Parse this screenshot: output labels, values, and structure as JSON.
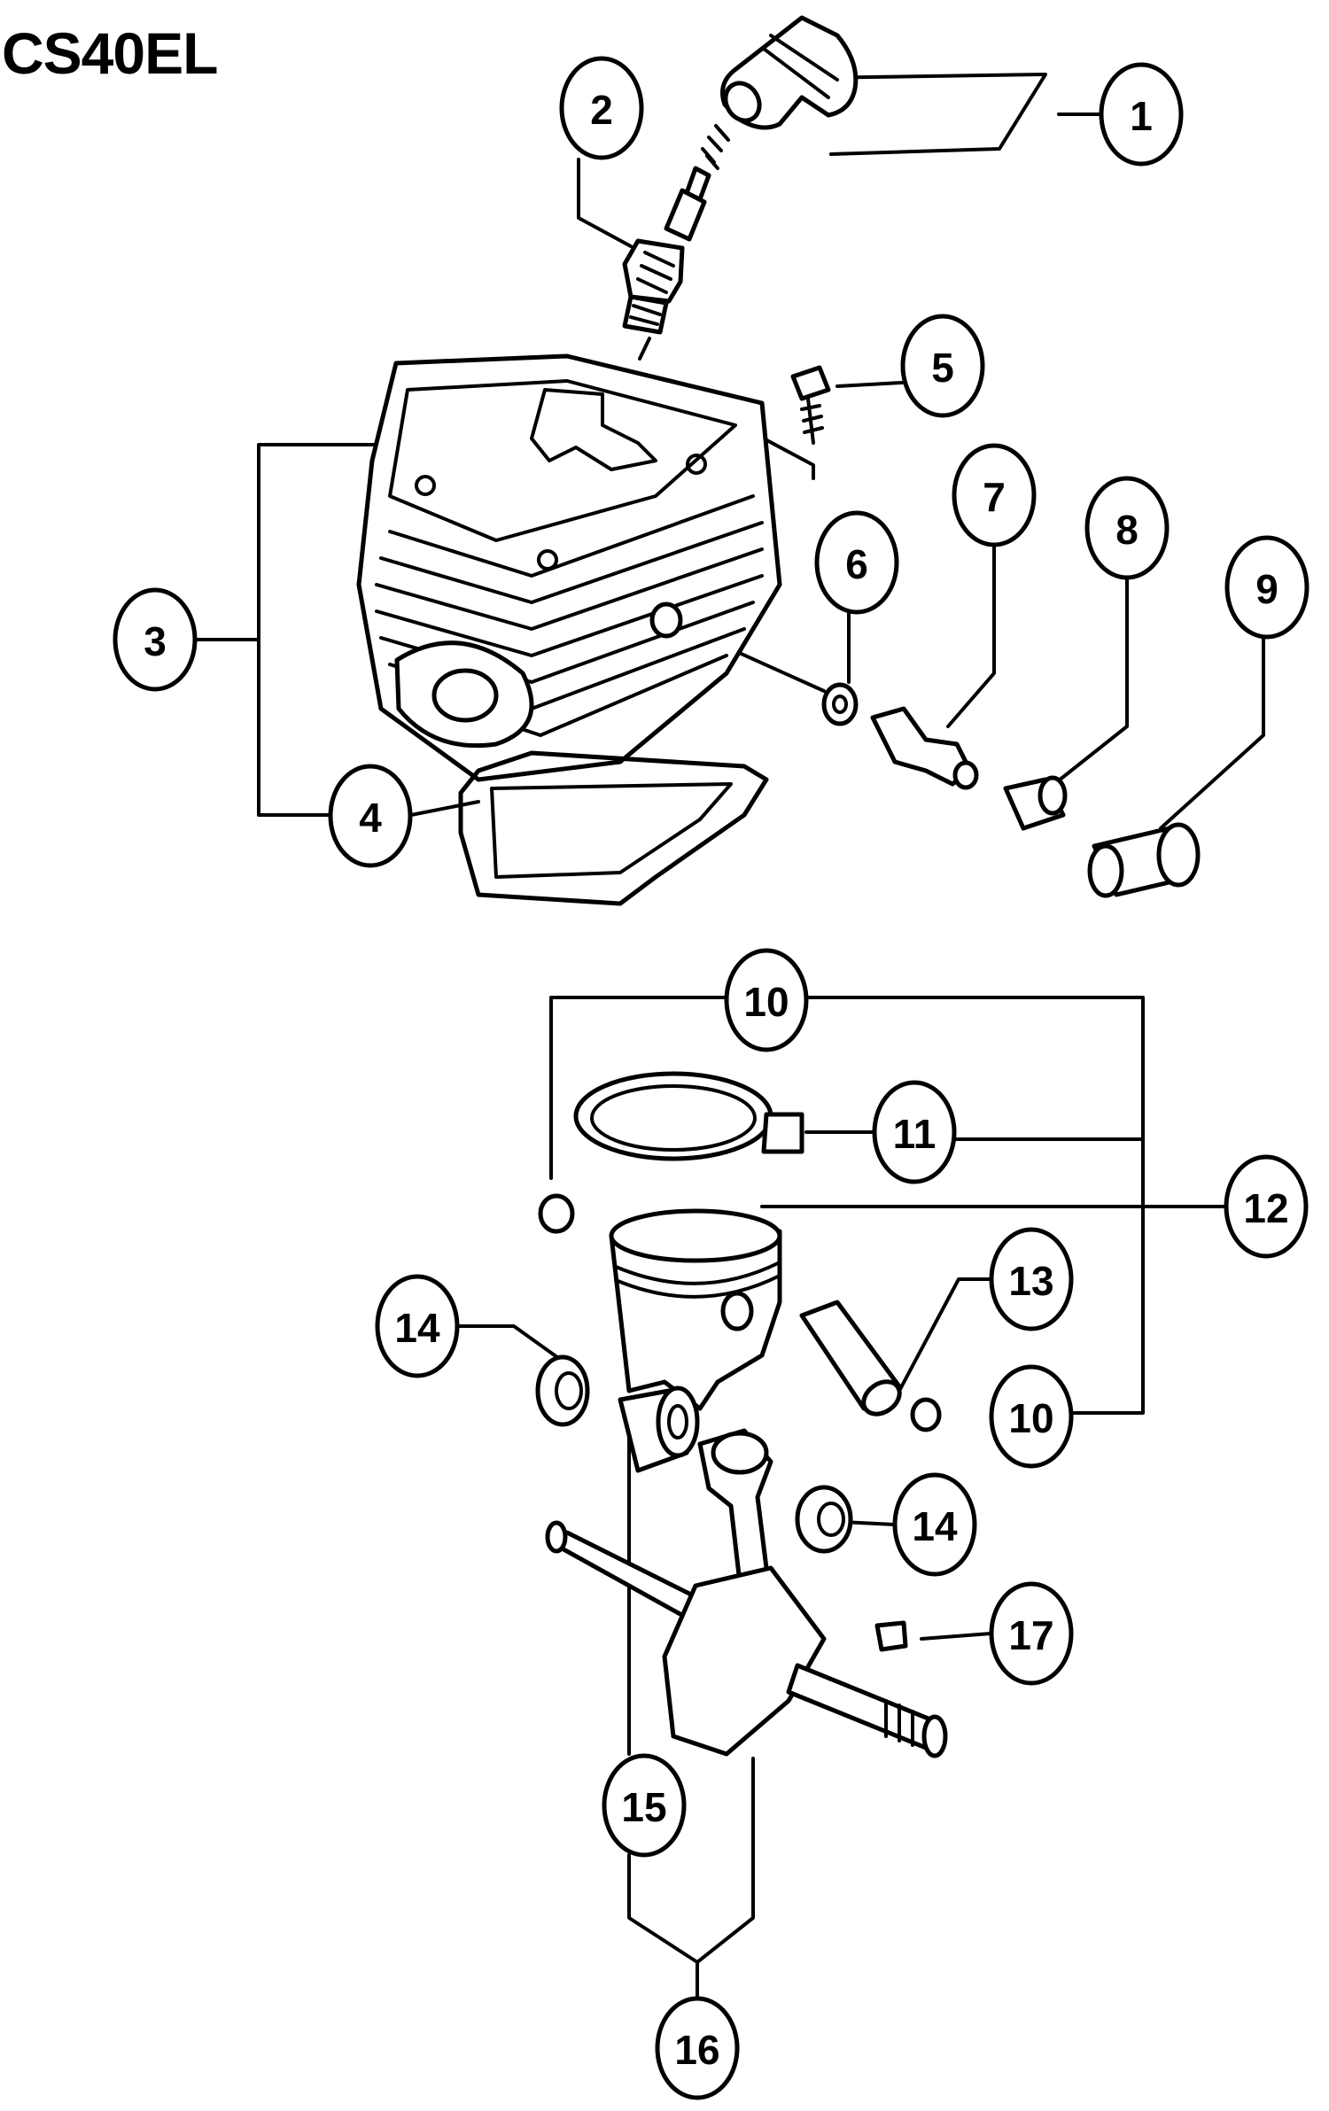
{
  "title": "CS40EL",
  "callouts": [
    {
      "id": "c1",
      "label": "1",
      "part": "spark-plug-cap"
    },
    {
      "id": "c2",
      "label": "2",
      "part": "spark-plug"
    },
    {
      "id": "c3",
      "label": "3",
      "part": "cylinder-assembly"
    },
    {
      "id": "c4",
      "label": "4",
      "part": "cylinder-gasket"
    },
    {
      "id": "c5",
      "label": "5",
      "part": "screw"
    },
    {
      "id": "c6",
      "label": "6",
      "part": "washer"
    },
    {
      "id": "c7",
      "label": "7",
      "part": "decompression-valve"
    },
    {
      "id": "c8",
      "label": "8",
      "part": "filter"
    },
    {
      "id": "c9",
      "label": "9",
      "part": "cap"
    },
    {
      "id": "c10a",
      "label": "10",
      "part": "circlip"
    },
    {
      "id": "c11",
      "label": "11",
      "part": "piston-ring"
    },
    {
      "id": "c12",
      "label": "12",
      "part": "piston"
    },
    {
      "id": "c13",
      "label": "13",
      "part": "piston-pin"
    },
    {
      "id": "c14a",
      "label": "14",
      "part": "oil-seal"
    },
    {
      "id": "c10b",
      "label": "10",
      "part": "circlip"
    },
    {
      "id": "c14b",
      "label": "14",
      "part": "oil-seal"
    },
    {
      "id": "c17",
      "label": "17",
      "part": "key"
    },
    {
      "id": "c15",
      "label": "15",
      "part": "needle-bearing"
    },
    {
      "id": "c16",
      "label": "16",
      "part": "crankshaft-assembly"
    }
  ]
}
